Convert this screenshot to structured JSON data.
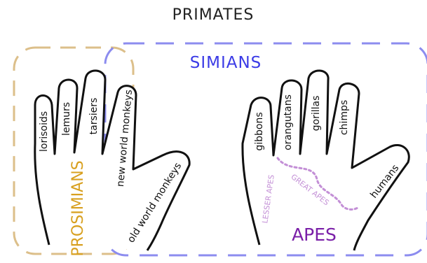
{
  "title": "PRIMATES",
  "groups": {
    "simians": {
      "label": "SIMIANS",
      "color": "#3b3be6",
      "border_color": "#8c8cef"
    },
    "prosimians": {
      "label": "PROSIMIANS",
      "color": "#d8a020",
      "border_color": "#dcbf8a"
    },
    "apes": {
      "label": "APES",
      "color": "#7a1fa8"
    },
    "great_apes": {
      "label": "GREAT APES",
      "color": "#c38fd6"
    },
    "lesser_apes": {
      "label": "LESSER APES",
      "color": "#c38fd6"
    }
  },
  "left_hand": {
    "fingers": [
      "lorisoids",
      "lemurs",
      "tarsiers",
      "new world monkeys"
    ],
    "thumb": "old world monkeys"
  },
  "right_hand": {
    "fingers": [
      "gibbons",
      "orangutans",
      "gorillas",
      "chimps"
    ],
    "thumb": "humans"
  }
}
